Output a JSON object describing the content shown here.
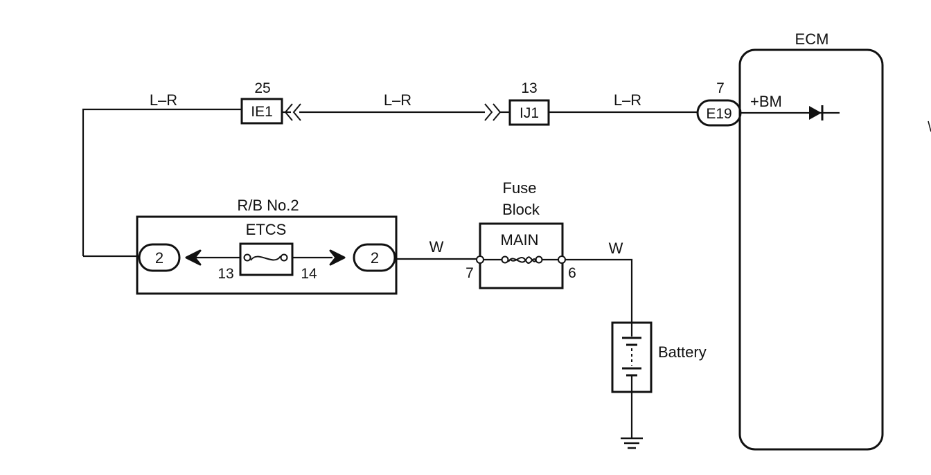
{
  "ecm": {
    "label": "ECM",
    "pin_label": "+BM"
  },
  "connectors": {
    "ie1": {
      "pin": "25",
      "name": "IE1"
    },
    "ij1": {
      "pin": "13",
      "name": "IJ1"
    },
    "e19": {
      "pin": "7",
      "name": "E19"
    }
  },
  "wires": {
    "lr_left": "L–R",
    "lr_mid": "L–R",
    "lr_right": "L–R",
    "w_left": "W",
    "w_right": "W"
  },
  "relay_block": {
    "title": "R/B No.2",
    "fuse_name": "ETCS",
    "left_terminal": "2",
    "right_terminal": "2",
    "pin_in": "13",
    "pin_out": "14"
  },
  "fuse_block": {
    "title_line1": "Fuse",
    "title_line2": "Block",
    "fuse_name": "MAIN",
    "pin_in": "7",
    "pin_out": "6"
  },
  "battery": {
    "label": "Battery"
  }
}
